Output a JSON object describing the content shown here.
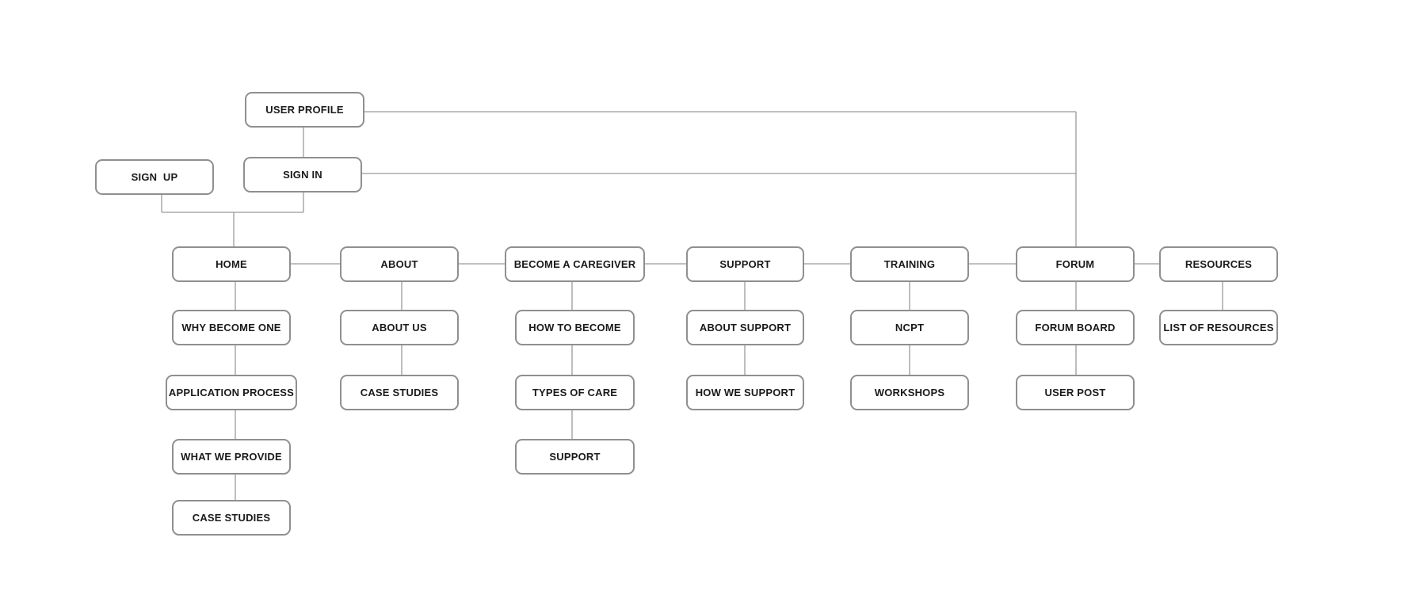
{
  "colors": {
    "border": "#8f8f8f",
    "line": "#9a9a9a",
    "text": "#1a1a1a",
    "background": "#ffffff"
  },
  "nodes": {
    "user_profile": "USER PROFILE",
    "sign_in": "SIGN IN",
    "sign_up": "SIGN  UP",
    "home": "HOME",
    "about": "ABOUT",
    "become_caregiver": "BECOME A CAREGIVER",
    "support": "SUPPORT",
    "training": "TRAINING",
    "forum": "FORUM",
    "resources": "RESOURCES",
    "why_become_one": "WHY BECOME ONE",
    "application_process": "APPLICATION PROCESS",
    "what_we_provide": "WHAT WE PROVIDE",
    "home_case_studies": "CASE STUDIES",
    "about_us": "ABOUT US",
    "about_case_studies": "CASE STUDIES",
    "how_to_become": "HOW TO BECOME",
    "types_of_care": "TYPES OF CARE",
    "caregiver_support": "SUPPORT",
    "about_support": "ABOUT SUPPORT",
    "how_we_support": "HOW WE SUPPORT",
    "ncpt": "NCPT",
    "workshops": "WORKSHOPS",
    "forum_board": "FORUM BOARD",
    "user_post": "USER POST",
    "list_of_resources": "LIST OF RESOURCES"
  }
}
